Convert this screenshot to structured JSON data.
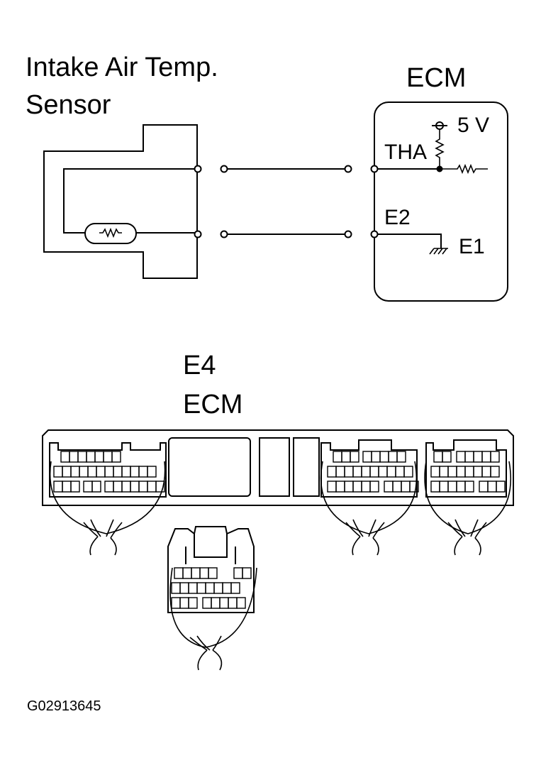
{
  "sensor_title_line1": "Intake Air Temp.",
  "sensor_title_line2": "Sensor",
  "ecm_title": "ECM",
  "pin_tha": "THA",
  "pin_e2": "E2",
  "pin_e1": "E1",
  "supply_voltage": "5 V",
  "connector_code": "E4",
  "connector_name": "ECM",
  "figure_id": "G02913645"
}
